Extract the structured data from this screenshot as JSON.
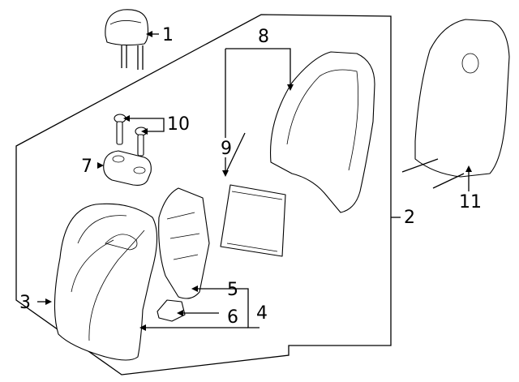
{
  "callouts": [
    {
      "id": "c1",
      "text": "1"
    },
    {
      "id": "c2",
      "text": "2"
    },
    {
      "id": "c3",
      "text": "3"
    },
    {
      "id": "c4",
      "text": "4"
    },
    {
      "id": "c5",
      "text": "5"
    },
    {
      "id": "c6",
      "text": "6"
    },
    {
      "id": "c7",
      "text": "7"
    },
    {
      "id": "c8",
      "text": "8"
    },
    {
      "id": "c9",
      "text": "9"
    },
    {
      "id": "c10",
      "text": "10"
    },
    {
      "id": "c11",
      "text": "11"
    }
  ],
  "colors": {
    "ink": "#000000",
    "background": "#ffffff"
  }
}
